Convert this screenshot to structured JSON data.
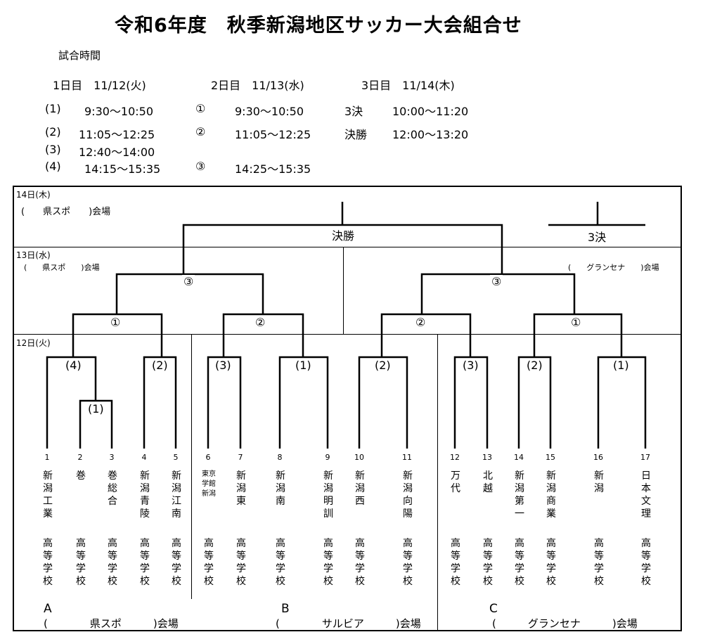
{
  "title": "令和6年度　秋季新潟地区サッカー大会組合せ",
  "schedule": {
    "heading": "試合時間",
    "day1": {
      "label": "1日目　11/12(火)",
      "slots": [
        {
          "no": "(1)",
          "time": "9:30～10:50"
        },
        {
          "no": "(2)",
          "time": "11:05～12:25"
        },
        {
          "no": "(3)",
          "time": "12:40～14:00"
        },
        {
          "no": "(4)",
          "time": "14:15～15:35"
        }
      ]
    },
    "day2": {
      "label": "2日目　11/13(水)",
      "slots": [
        {
          "no": "①",
          "time": "9:30～10:50"
        },
        {
          "no": "②",
          "time": "11:05～12:25"
        },
        {
          "no": "③",
          "time": "14:25～15:35"
        }
      ]
    },
    "day3": {
      "label": "3日目　11/14(木)",
      "slots": [
        {
          "no": "3決",
          "time": "10:00～11:20"
        },
        {
          "no": "決勝",
          "time": "12:00～13:20"
        }
      ]
    }
  },
  "bracket": {
    "day14": {
      "label": "14日(木)",
      "venue": "(　　県スポ　　)会場"
    },
    "day13": {
      "label": "13日(水)",
      "venue_left": "(　　県スポ　　)会場",
      "venue_right": "(　　グランセナ　　)会場"
    },
    "day12": {
      "label": "12日(火)"
    },
    "final_label": "決勝",
    "third_label": "3決",
    "semi_labels": [
      "③",
      "③"
    ],
    "qf_labels": [
      "①",
      "②",
      "②",
      "①"
    ],
    "r1_labels": [
      "(4)",
      "(2)",
      "(3)",
      "(1)",
      "(2)",
      "(3)",
      "(2)",
      "(1)"
    ],
    "prelim_label": "(1)",
    "koko": "高等学校",
    "teams": [
      {
        "no": "1",
        "name": "新潟工業"
      },
      {
        "no": "2",
        "name": "巻"
      },
      {
        "no": "3",
        "name": "巻総合"
      },
      {
        "no": "4",
        "name": "新潟青陵"
      },
      {
        "no": "5",
        "name": "新潟江南"
      },
      {
        "no": "6",
        "name": "東京学館新潟"
      },
      {
        "no": "7",
        "name": "新潟東"
      },
      {
        "no": "8",
        "name": "新潟南"
      },
      {
        "no": "9",
        "name": "新潟明訓"
      },
      {
        "no": "10",
        "name": "新潟西"
      },
      {
        "no": "11",
        "name": "新潟向陽"
      },
      {
        "no": "12",
        "name": "万代"
      },
      {
        "no": "13",
        "name": "北越"
      },
      {
        "no": "14",
        "name": "新潟第一"
      },
      {
        "no": "15",
        "name": "新潟商業"
      },
      {
        "no": "16",
        "name": "新潟"
      },
      {
        "no": "17",
        "name": "日本文理"
      }
    ],
    "groups": [
      {
        "letter": "A",
        "venue": "(　　　　県スポ　　　)会場"
      },
      {
        "letter": "B",
        "venue": "(　　　　サルビア　　　)会場"
      },
      {
        "letter": "C",
        "venue": "(　　　グランセナ　　　)会場"
      }
    ]
  }
}
